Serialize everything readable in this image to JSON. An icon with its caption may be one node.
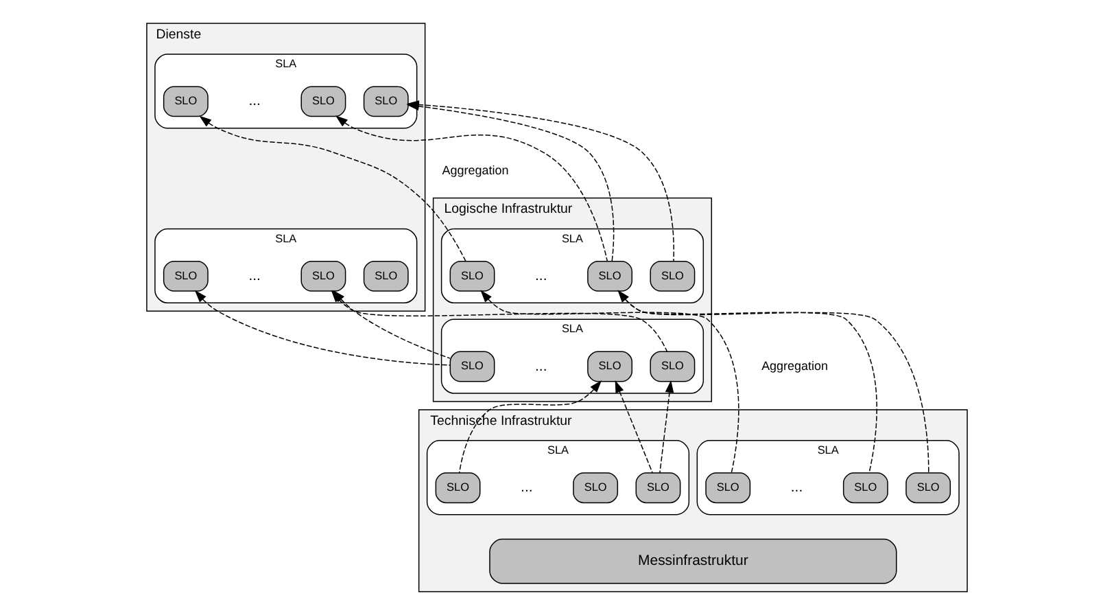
{
  "diagram": {
    "nodes": [
      {
        "text": [
          "Dienste"
        ]
      },
      {
        "text": [
          "SLA"
        ],
        "in": 0
      },
      {
        "text": [
          "SLO"
        ],
        "in": 1
      },
      {
        "text": [
          "SLO"
        ],
        "in": 1
      },
      {
        "text": [
          "SLO"
        ],
        "in": 1
      },
      {
        "text": [
          "SLA"
        ],
        "in": 0
      },
      {
        "text": [
          "SLO"
        ],
        "in": 5
      },
      {
        "text": [
          "SLO"
        ],
        "in": 5
      },
      {
        "text": [
          "SLO"
        ],
        "in": 5
      },
      {
        "text": [
          "Logische Infrastruktur"
        ]
      },
      {
        "text": [
          "SLA"
        ],
        "in": 9
      },
      {
        "text": [
          "SLO"
        ],
        "in": 10
      },
      {
        "text": [
          "SLO"
        ],
        "in": 10
      },
      {
        "text": [
          "SLO"
        ],
        "in": 10
      },
      {
        "text": [
          "SLA"
        ],
        "in": 9
      },
      {
        "text": [
          "SLO"
        ],
        "in": 14
      },
      {
        "text": [
          "SLO"
        ],
        "in": 14
      },
      {
        "text": [
          "SLO"
        ],
        "in": 14
      },
      {
        "text": [
          "Technische Infrastruktur"
        ]
      },
      {
        "text": [
          "SLA"
        ],
        "in": 18
      },
      {
        "text": [
          "SLO"
        ],
        "in": 19
      },
      {
        "text": [
          "SLO"
        ],
        "in": 19
      },
      {
        "text": [
          "SLO"
        ],
        "in": 19
      },
      {
        "text": [
          "SLA"
        ],
        "in": 18
      },
      {
        "text": [
          "SLO"
        ],
        "in": 23
      },
      {
        "text": [
          "SLO"
        ],
        "in": 23
      },
      {
        "text": [
          "SLO"
        ],
        "in": 23
      },
      {
        "text": [
          "Messinfrastruktur"
        ],
        "in": 18
      }
    ],
    "edges": [
      {
        "from": 11,
        "to": 2,
        "arrow": "to",
        "style": "dashed"
      },
      {
        "from": 12,
        "to": 3,
        "arrow": "to",
        "style": "dashed"
      },
      {
        "from": 12,
        "to": 4,
        "arrow": "to",
        "style": "dashed"
      },
      {
        "from": 13,
        "to": 4,
        "arrow": "to",
        "style": "dashed"
      },
      {
        "from": 15,
        "to": 7,
        "arrow": "to",
        "style": "dashed"
      },
      {
        "from": 17,
        "to": 7,
        "arrow": "to",
        "style": "dashed"
      },
      {
        "from": 17,
        "to": 8,
        "arrow": "to",
        "style": "dashed"
      },
      {
        "from": 20,
        "to": 11,
        "arrow": "to",
        "style": "dashed"
      },
      {
        "from": 21,
        "to": 12,
        "arrow": "to",
        "style": "dashed"
      },
      {
        "from": 22,
        "to": 12,
        "arrow": "to",
        "style": "dashed"
      },
      {
        "from": 24,
        "to": 15,
        "arrow": "to",
        "style": "dashed"
      },
      {
        "from": 24,
        "to": 16,
        "arrow": "to",
        "style": "dashed"
      },
      {
        "from": 26,
        "to": 16,
        "arrow": "to",
        "style": "dashed"
      }
    ],
    "labels": [
      "...",
      "...",
      "Aggregation",
      "...",
      "...",
      "Aggregation",
      "...",
      "..."
    ]
  }
}
